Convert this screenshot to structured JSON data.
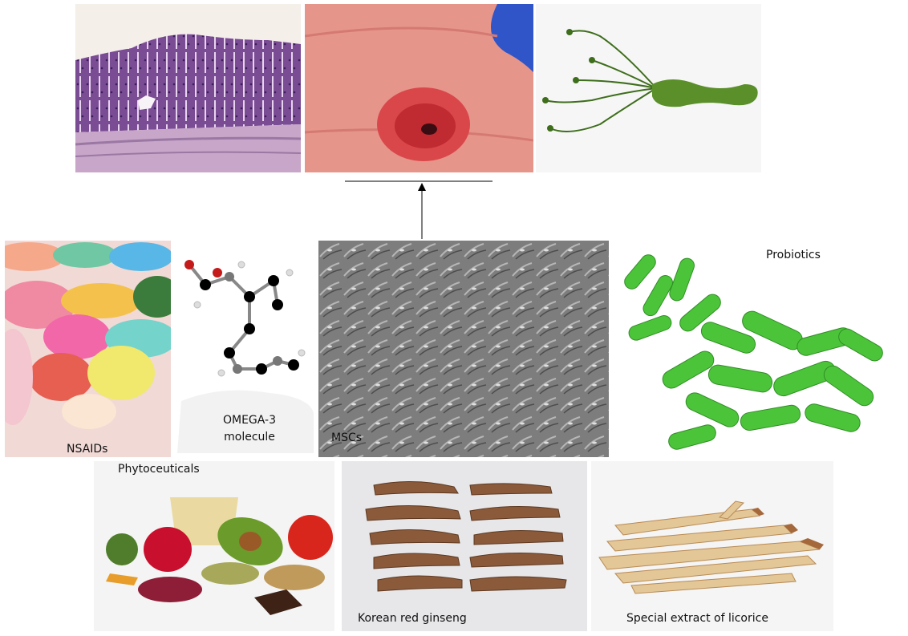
{
  "labels": {
    "nsaids": "NSAIDs",
    "omega3_line1": "OMEGA-3",
    "omega3_line2": "molecule",
    "mscs": "MSCs",
    "probiotics": "Probiotics",
    "phytoceuticals": "Phytoceuticals",
    "ginseng": "Korean red ginseng",
    "licorice": "Special extract of licorice"
  },
  "images": {
    "histology": "gastric-mucosa-histology-image",
    "ulcer": "gastric-ulcer-photo",
    "bacterium": "helicobacter-pylori-illustration",
    "nsaids": "nsaid-pills-photo",
    "omega3": "omega-3-molecule-model",
    "mscs": "mesenchymal-stem-cells-micrograph",
    "probiotics": "probiotic-bacteria-illustration",
    "phytoceuticals": "phytoceutical-foods-photo",
    "ginseng": "korean-red-ginseng-roots-photo",
    "licorice": "licorice-root-slices-photo"
  },
  "colors": {
    "histology_purple": "#7a4c94",
    "ulcer_red": "#d9474a",
    "ulcer_blue_bg": "#2f55c9",
    "bacterium_green": "#5a8f2a",
    "probiotic_green": "#4cc43a",
    "micrograph_gray": "#7d7d7d",
    "ginseng_brown": "#8a5a3b",
    "licorice_tan": "#d8b685"
  }
}
